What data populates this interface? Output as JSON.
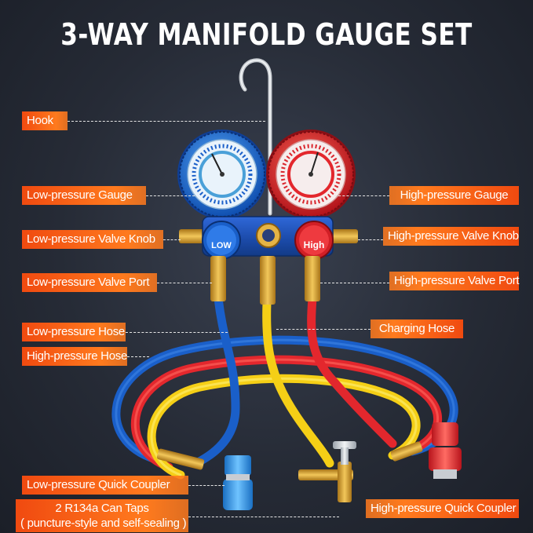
{
  "title": "3-WAY MANIFOLD GAUGE SET",
  "labels": {
    "hook": "Hook",
    "low_gauge": "Low-pressure Gauge",
    "high_gauge": "High-pressure Gauge",
    "low_knob": "Low-pressure Valve Knob",
    "high_knob": "High-pressure Valve Knob",
    "low_port": "Low-pressure Valve Port",
    "high_port": "High-pressure Valve Port",
    "low_hose": "Low-pressure Hose",
    "charging_hose": "Charging Hose",
    "high_hose": "High-pressure Hose",
    "low_coupler": "Low-pressure Quick Coupler",
    "can_taps_line1": "2 R134a Can Taps",
    "can_taps_line2": "( puncture-style and self-sealing )",
    "high_coupler": "High-pressure Quick Coupler"
  },
  "knob_text": {
    "low": "LOW",
    "high": "High"
  },
  "colors": {
    "accent_orange": "#ff7a1e",
    "low_blue": "#1f6fd6",
    "high_red": "#e3272d",
    "charge_yellow": "#f5cf16",
    "brass": "#d9a638"
  }
}
